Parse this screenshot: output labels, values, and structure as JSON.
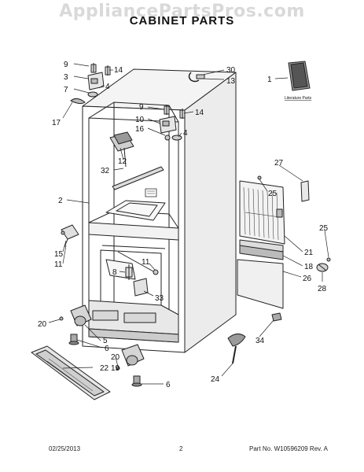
{
  "watermark": "AppliancePartsPros.com",
  "title": "CABINET PARTS",
  "literature_label": "Literature Parts",
  "callouts": [
    {
      "id": "c9a",
      "text": "9"
    },
    {
      "id": "c14a",
      "text": "14"
    },
    {
      "id": "c3",
      "text": "3"
    },
    {
      "id": "c4a",
      "text": "4"
    },
    {
      "id": "c7",
      "text": "7"
    },
    {
      "id": "c17",
      "text": "17"
    },
    {
      "id": "c30",
      "text": "30"
    },
    {
      "id": "c13",
      "text": "13"
    },
    {
      "id": "c1",
      "text": "1"
    },
    {
      "id": "c9b",
      "text": "9"
    },
    {
      "id": "c14b",
      "text": "14"
    },
    {
      "id": "c10",
      "text": "10"
    },
    {
      "id": "c16",
      "text": "16"
    },
    {
      "id": "c4b",
      "text": "4"
    },
    {
      "id": "c12",
      "text": "12"
    },
    {
      "id": "c32",
      "text": "32"
    },
    {
      "id": "c27",
      "text": "27"
    },
    {
      "id": "c25a",
      "text": "25"
    },
    {
      "id": "c2",
      "text": "2"
    },
    {
      "id": "c25b",
      "text": "25"
    },
    {
      "id": "c15",
      "text": "15"
    },
    {
      "id": "c11a",
      "text": "11"
    },
    {
      "id": "c21",
      "text": "21"
    },
    {
      "id": "c11b",
      "text": "11"
    },
    {
      "id": "c18",
      "text": "18"
    },
    {
      "id": "c26",
      "text": "26"
    },
    {
      "id": "c28",
      "text": "28"
    },
    {
      "id": "c8",
      "text": "8"
    },
    {
      "id": "c33",
      "text": "33"
    },
    {
      "id": "c20a",
      "text": "20"
    },
    {
      "id": "c34",
      "text": "34"
    },
    {
      "id": "c5",
      "text": "5"
    },
    {
      "id": "c6a",
      "text": "6"
    },
    {
      "id": "c20b",
      "text": "20"
    },
    {
      "id": "c22",
      "text": "22"
    },
    {
      "id": "c19",
      "text": "19"
    },
    {
      "id": "c24",
      "text": "24"
    },
    {
      "id": "c6b",
      "text": "6"
    }
  ],
  "footer": {
    "date": "02/25/2013",
    "page": "2",
    "part_no": "Part No. W10596209  Rev. A"
  }
}
